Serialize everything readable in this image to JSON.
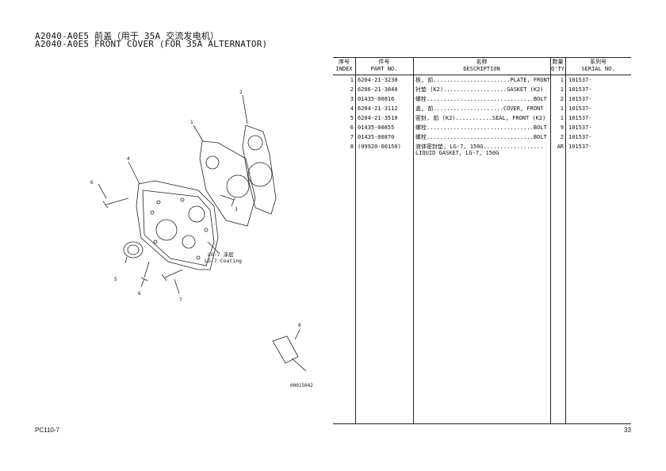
{
  "title": {
    "line1": "A2040-A0E5 前盖（用于 35A 交流发电机）",
    "line2": "A2040-A0E5 FRONT COVER (FOR 35A ALTERNATOR)"
  },
  "table": {
    "headers": {
      "index_cn": "序号",
      "index_en": "INDEX",
      "part_cn": "件号",
      "part_en": "PART NO.",
      "desc_cn": "名称",
      "desc_en": "DESCRIPTION",
      "qty_cn": "数量",
      "qty_en": "Q'TY",
      "serial_cn": "系列号",
      "serial_en": "SERIAL NO."
    },
    "rows": [
      {
        "index": "1",
        "part": "6204-21-3230",
        "desc": "板, 前.......................PLATE, FRONT",
        "qty": "1",
        "serial": "101537-"
      },
      {
        "index": "2",
        "part": "6206-21-3840",
        "desc": "衬垫 (K2)...................GASKET (K2)",
        "qty": "1",
        "serial": "101537-"
      },
      {
        "index": "3",
        "part": "01435-00816",
        "desc": "螺栓................................BOLT",
        "qty": "2",
        "serial": "101537-"
      },
      {
        "index": "4",
        "part": "6204-21-3112",
        "desc": "盖, 前.....................COVER, FRONT",
        "qty": "1",
        "serial": "101537-"
      },
      {
        "index": "5",
        "part": "6204-21-3510",
        "desc": "密封, 前 (K2)...........SEAL, FRONT (K2)",
        "qty": "1",
        "serial": "101537-"
      },
      {
        "index": "6",
        "part": "01435-00855",
        "desc": "螺栓................................BOLT",
        "qty": "9",
        "serial": "101537-"
      },
      {
        "index": "7",
        "part": "01435-00870",
        "desc": "螺栓................................BOLT",
        "qty": "2",
        "serial": "101537-"
      },
      {
        "index": "8",
        "part": "(09920-00150)",
        "desc": "液体密封垫, LG-7, 150G..................",
        "qty": "AR",
        "serial": "101537-"
      }
    ],
    "row8_line2": "LIQUID GASKET, LG-7, 150G"
  },
  "diagram": {
    "callouts": [
      "1",
      "2",
      "3",
      "4",
      "5",
      "6",
      "6",
      "7",
      "8"
    ],
    "coating_cn": "LG-7 涂层",
    "coating_en": "LG-7 Coating",
    "figure_code": "00015042"
  },
  "footer": {
    "model": "PC110-7",
    "page": "33"
  }
}
